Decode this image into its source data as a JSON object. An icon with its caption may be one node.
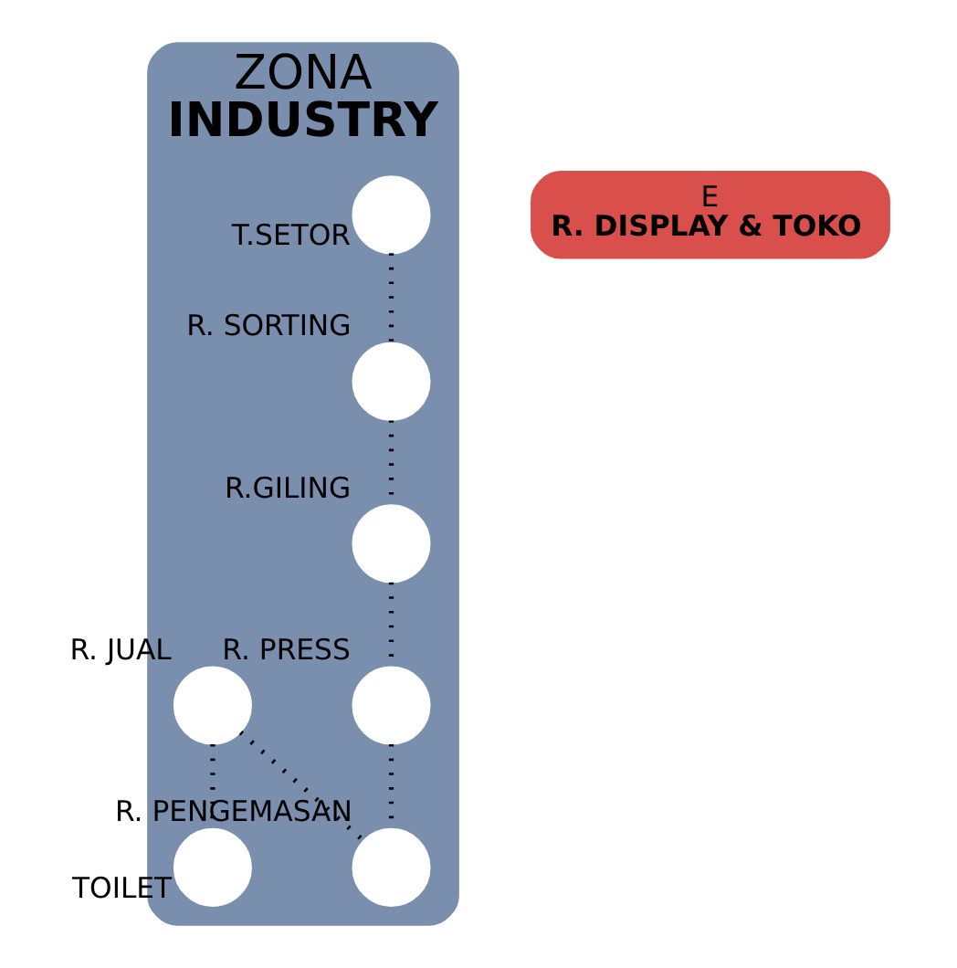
{
  "diagram": {
    "nodes": [
      {
        "text": [
          "ZONA",
          "INDUSTRY"
        ]
      },
      {
        "text": [],
        "shape": "circle",
        "in": 0,
        "beside": [
          "T.SETOR"
        ]
      },
      {
        "text": [],
        "shape": "circle",
        "in": 0,
        "beside": [
          "R. SORTING"
        ]
      },
      {
        "text": [],
        "shape": "circle",
        "in": 0,
        "beside": [
          "R.GILING"
        ]
      },
      {
        "text": [],
        "shape": "circle",
        "in": 0,
        "beside": [
          "R. JUAL"
        ]
      },
      {
        "text": [],
        "shape": "circle",
        "in": 0,
        "beside": [
          "R. PRESS"
        ]
      },
      {
        "text": [],
        "shape": "circle",
        "in": 0,
        "beside": [
          "R. PENGEMASAN"
        ]
      },
      {
        "text": [],
        "shape": "circle",
        "in": 0,
        "beside": [
          "TOILET"
        ]
      },
      {
        "text": [
          "E",
          "R. DISPLAY & TOKO"
        ]
      }
    ],
    "edges": [
      {
        "from": 1,
        "to": 2,
        "arrow": "none",
        "style": "dashed"
      },
      {
        "from": 2,
        "to": 3,
        "arrow": "none",
        "style": "dashed"
      },
      {
        "from": 3,
        "to": 5,
        "arrow": "none",
        "style": "dashed"
      },
      {
        "from": 5,
        "to": 6,
        "arrow": "none",
        "style": "dashed"
      },
      {
        "from": 4,
        "to": 6,
        "arrow": "none",
        "style": "dashed"
      },
      {
        "from": 4,
        "to": 7,
        "arrow": "none",
        "style": "dashed"
      }
    ]
  }
}
